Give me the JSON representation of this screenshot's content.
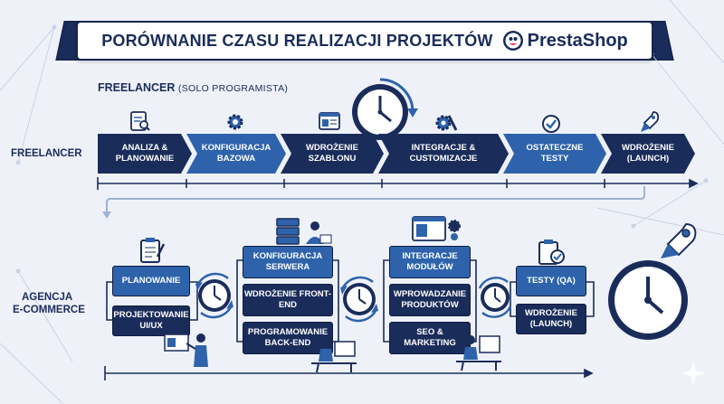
{
  "header": {
    "title": "PORÓWNANIE CZASU REALIZACJI PROJEKTÓW",
    "brand": "PrestaShop"
  },
  "freelancer": {
    "subtitle_main": "FREELANCER",
    "subtitle_note": "(SOLO PROGRAMISTA)",
    "row_label": "FREELANCER",
    "steps": [
      {
        "label": "ANALIZA & PLANOWANIE"
      },
      {
        "label": "KONFIGURACJA BAZOWA"
      },
      {
        "label": "WDROŻENIE SZABLONU"
      },
      {
        "label": "INTEGRACJE & CUSTOMIZACJE"
      },
      {
        "label": "OSTATECZNE TESTY"
      },
      {
        "label": "WDROŻENIE (LAUNCH)"
      }
    ]
  },
  "agency": {
    "row_label_1": "AGENCJA",
    "row_label_2": "E-COMMERCE",
    "group1": [
      "PLANOWANIE",
      "PROJEKTOWANIE UI/UX"
    ],
    "group2": [
      "KONFIGURACJA SERWERA",
      "WDROŻENIE FRONT-END",
      "PROGRAMOWANIE BACK-END"
    ],
    "group3": [
      "INTEGRACJE MODUŁÓW",
      "WPROWADZANIE PRODUKTÓW",
      "SEO & MARKETING"
    ],
    "group4": [
      "TESTY (QA)",
      "WDROŻENIE (LAUNCH)"
    ]
  },
  "colors": {
    "navy": "#1a2c5a",
    "blue": "#2e63ab",
    "background": "#eef2f8"
  }
}
